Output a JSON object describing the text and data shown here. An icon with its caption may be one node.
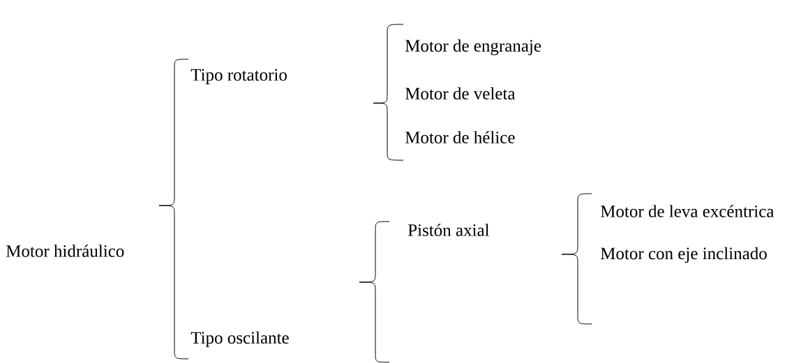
{
  "diagram": {
    "nodes": [
      {
        "text": [
          "Motor hidráulico"
        ]
      },
      {
        "text": [
          "Tipo rotatorio"
        ]
      },
      {
        "text": [
          "Tipo oscilante"
        ]
      },
      {
        "text": [
          "Motor de engranaje"
        ]
      },
      {
        "text": [
          "Motor de veleta"
        ]
      },
      {
        "text": [
          "Motor de hélice"
        ]
      },
      {
        "text": [
          "Pistón axial"
        ]
      },
      {
        "text": [
          "Motor de leva excéntrica"
        ]
      },
      {
        "text": [
          "Motor con eje inclinado"
        ]
      }
    ]
  }
}
